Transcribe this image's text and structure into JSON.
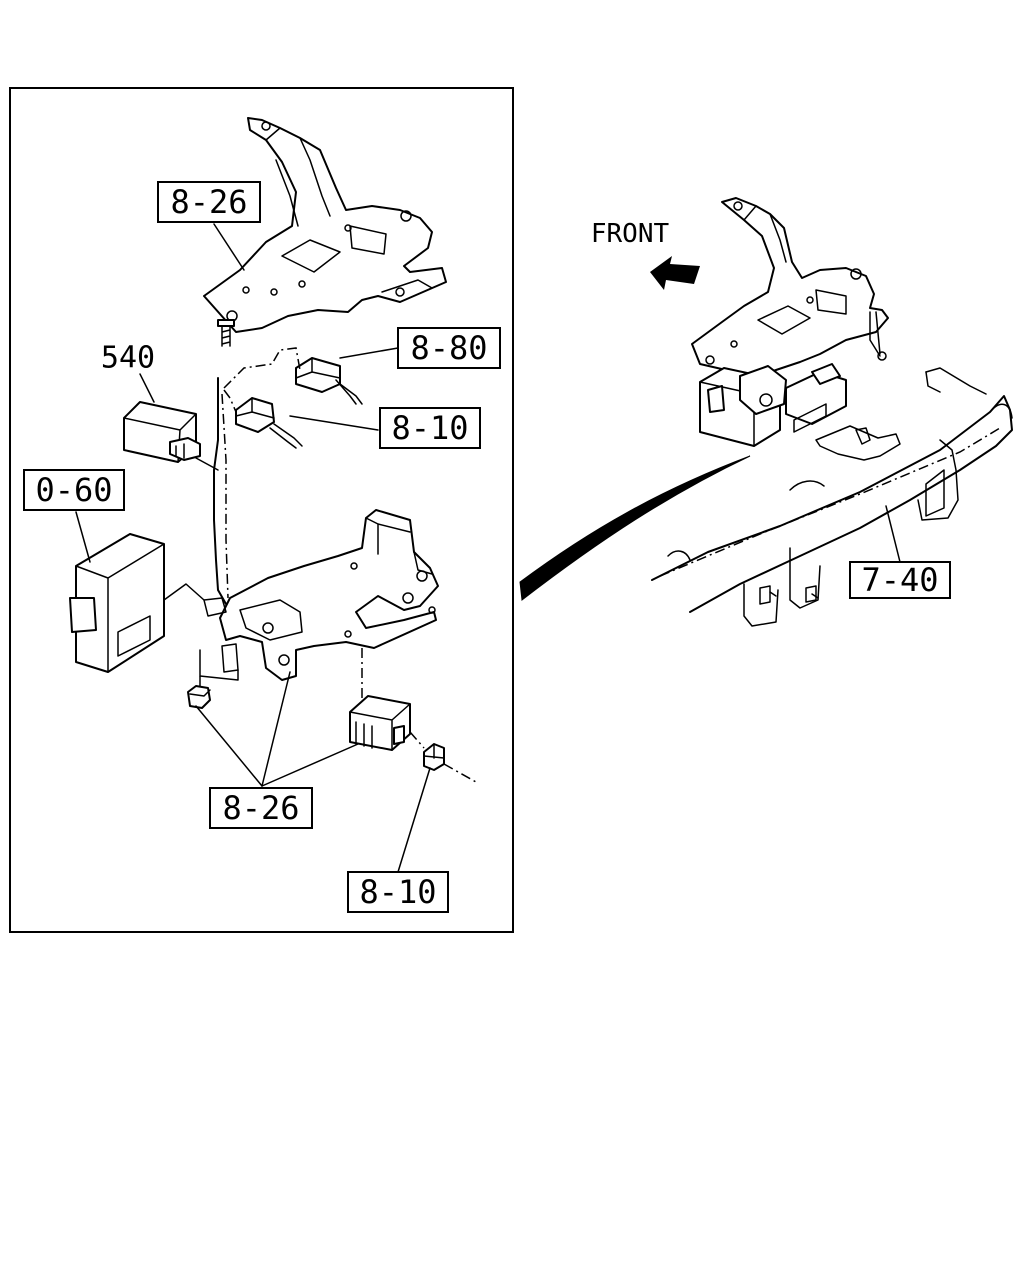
{
  "labels": {
    "bracket_top": "8-26",
    "connector_a": "8-80",
    "connector_b": "8-10",
    "relay": "540",
    "module": "0-60",
    "bracket_bottom": "8-26",
    "connector_c": "8-10",
    "column": "7-40"
  },
  "direction": {
    "text": "FRONT"
  }
}
